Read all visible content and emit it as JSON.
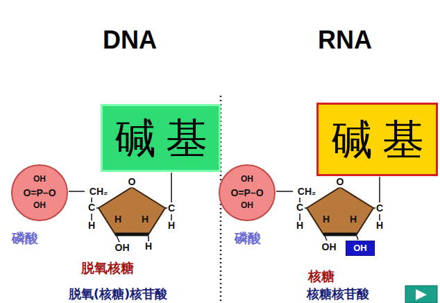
{
  "diagram": {
    "nodes": [
      {
        "text": [
          "碱基"
        ]
      },
      {
        "text": [
          "OH",
          "O=P–O",
          "OH"
        ]
      },
      {
        "text": [
          "碱基"
        ]
      },
      {
        "text": [
          "OH",
          "O=P–O",
          "OH"
        ]
      },
      {
        "text": [
          "OH"
        ]
      }
    ],
    "labels": [
      "DNA",
      "RNA",
      "CH₂",
      "C",
      "H",
      "O",
      "H",
      "H",
      "C",
      "H",
      "OH",
      "H",
      "磷酸",
      "脱氧核糖",
      "脱氧(核糖)核苷酸",
      "CH₂",
      "C",
      "H",
      "O",
      "H",
      "H",
      "C",
      "H",
      "OH",
      "磷酸",
      "核糖",
      "核糖核苷酸"
    ]
  }
}
